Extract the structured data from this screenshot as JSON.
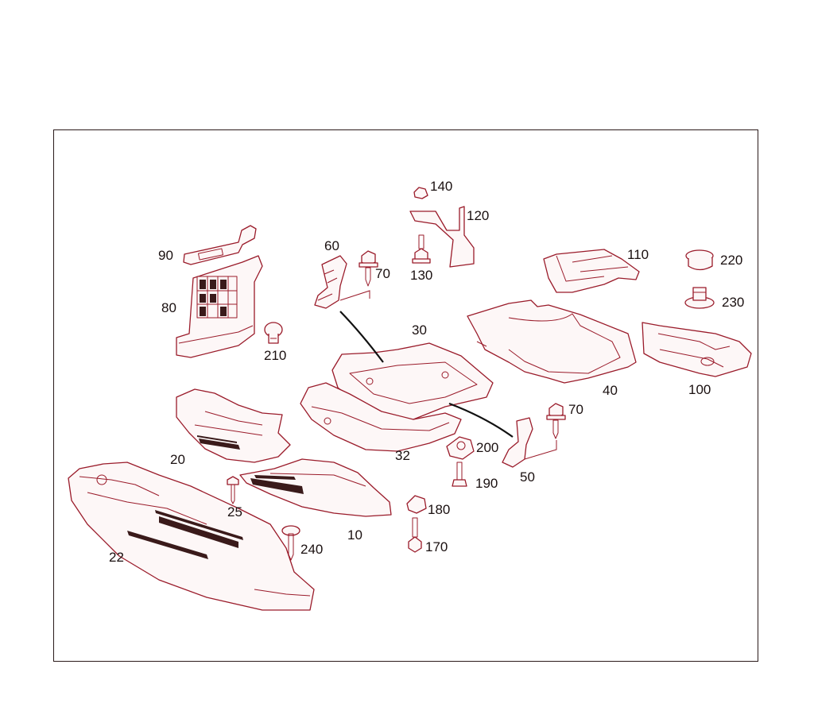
{
  "colors": {
    "line": "#9a1b2a",
    "frame": "#2a1a1a",
    "text": "#1a1010",
    "background": "#ffffff"
  },
  "labels": {
    "p10": "10",
    "p20": "20",
    "p22": "22",
    "p25": "25",
    "p30": "30",
    "p32": "32",
    "p40": "40",
    "p50": "50",
    "p60": "60",
    "p70a": "70",
    "p70b": "70",
    "p80": "80",
    "p90": "90",
    "p100": "100",
    "p110": "110",
    "p120": "120",
    "p130": "130",
    "p140": "140",
    "p170": "170",
    "p180": "180",
    "p190": "190",
    "p200": "200",
    "p210": "210",
    "p220": "220",
    "p230": "230",
    "p240": "240"
  }
}
